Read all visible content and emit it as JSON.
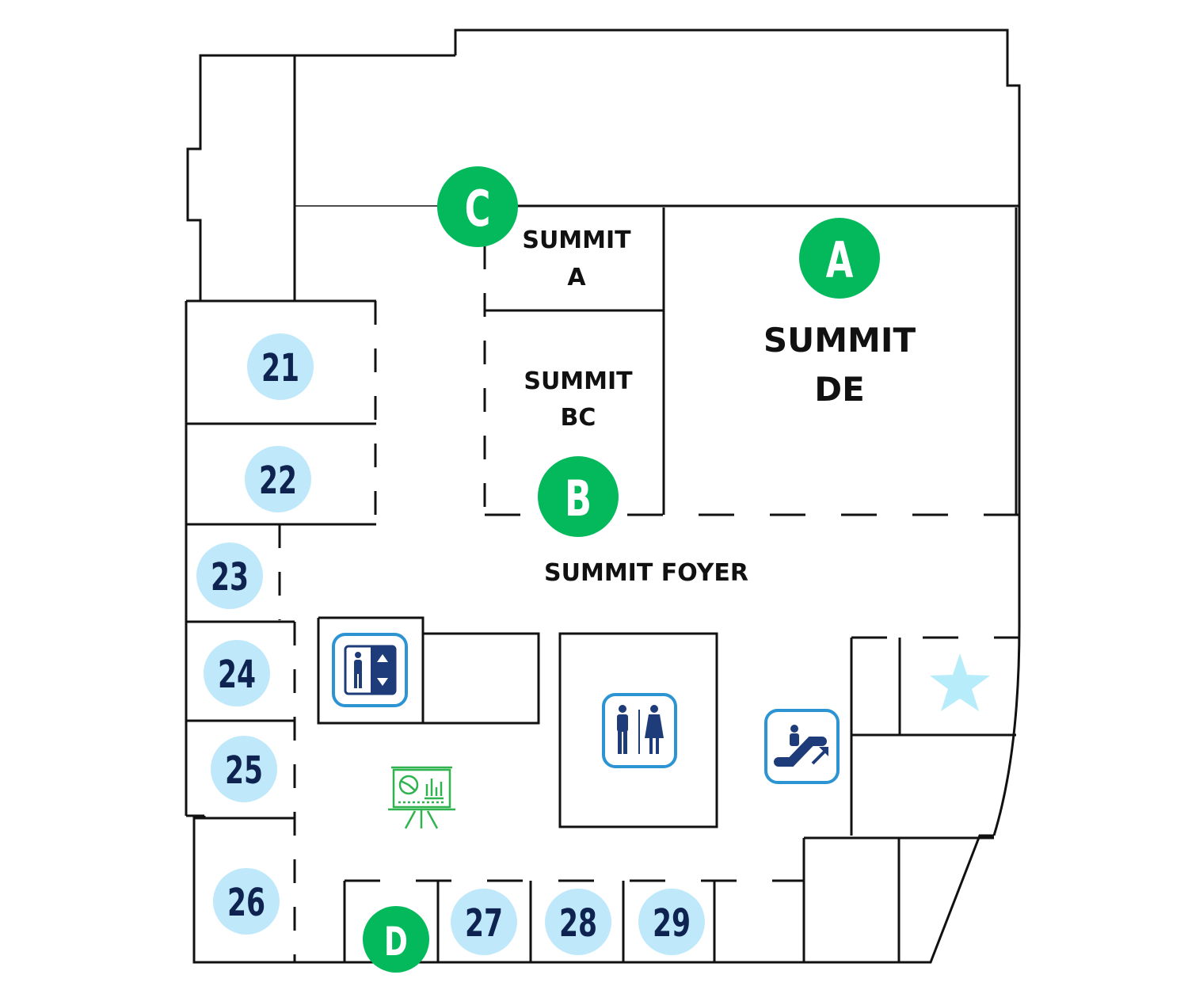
{
  "colors": {
    "marker_green": "#03b95c",
    "booth_blue": "#bfe9fb",
    "booth_text": "#0f2350",
    "icon_blue": "#2c94d2",
    "icon_navy": "#1f3c7a",
    "presentation_green": "#2fb34f",
    "star_blue": "#b7ecfb"
  },
  "rooms": {
    "summit_a": [
      "SUMMIT",
      "A"
    ],
    "summit_bc": [
      "SUMMIT",
      "BC"
    ],
    "summit_de": [
      "SUMMIT",
      "DE"
    ],
    "summit_foyer": "SUMMIT FOYER"
  },
  "markers": [
    "A",
    "B",
    "C",
    "D"
  ],
  "booths": [
    "21",
    "22",
    "23",
    "24",
    "25",
    "26",
    "27",
    "28",
    "29"
  ],
  "icons": [
    "elevator-icon",
    "restroom-icon",
    "escalator-icon",
    "presentation-icon",
    "star-icon"
  ]
}
